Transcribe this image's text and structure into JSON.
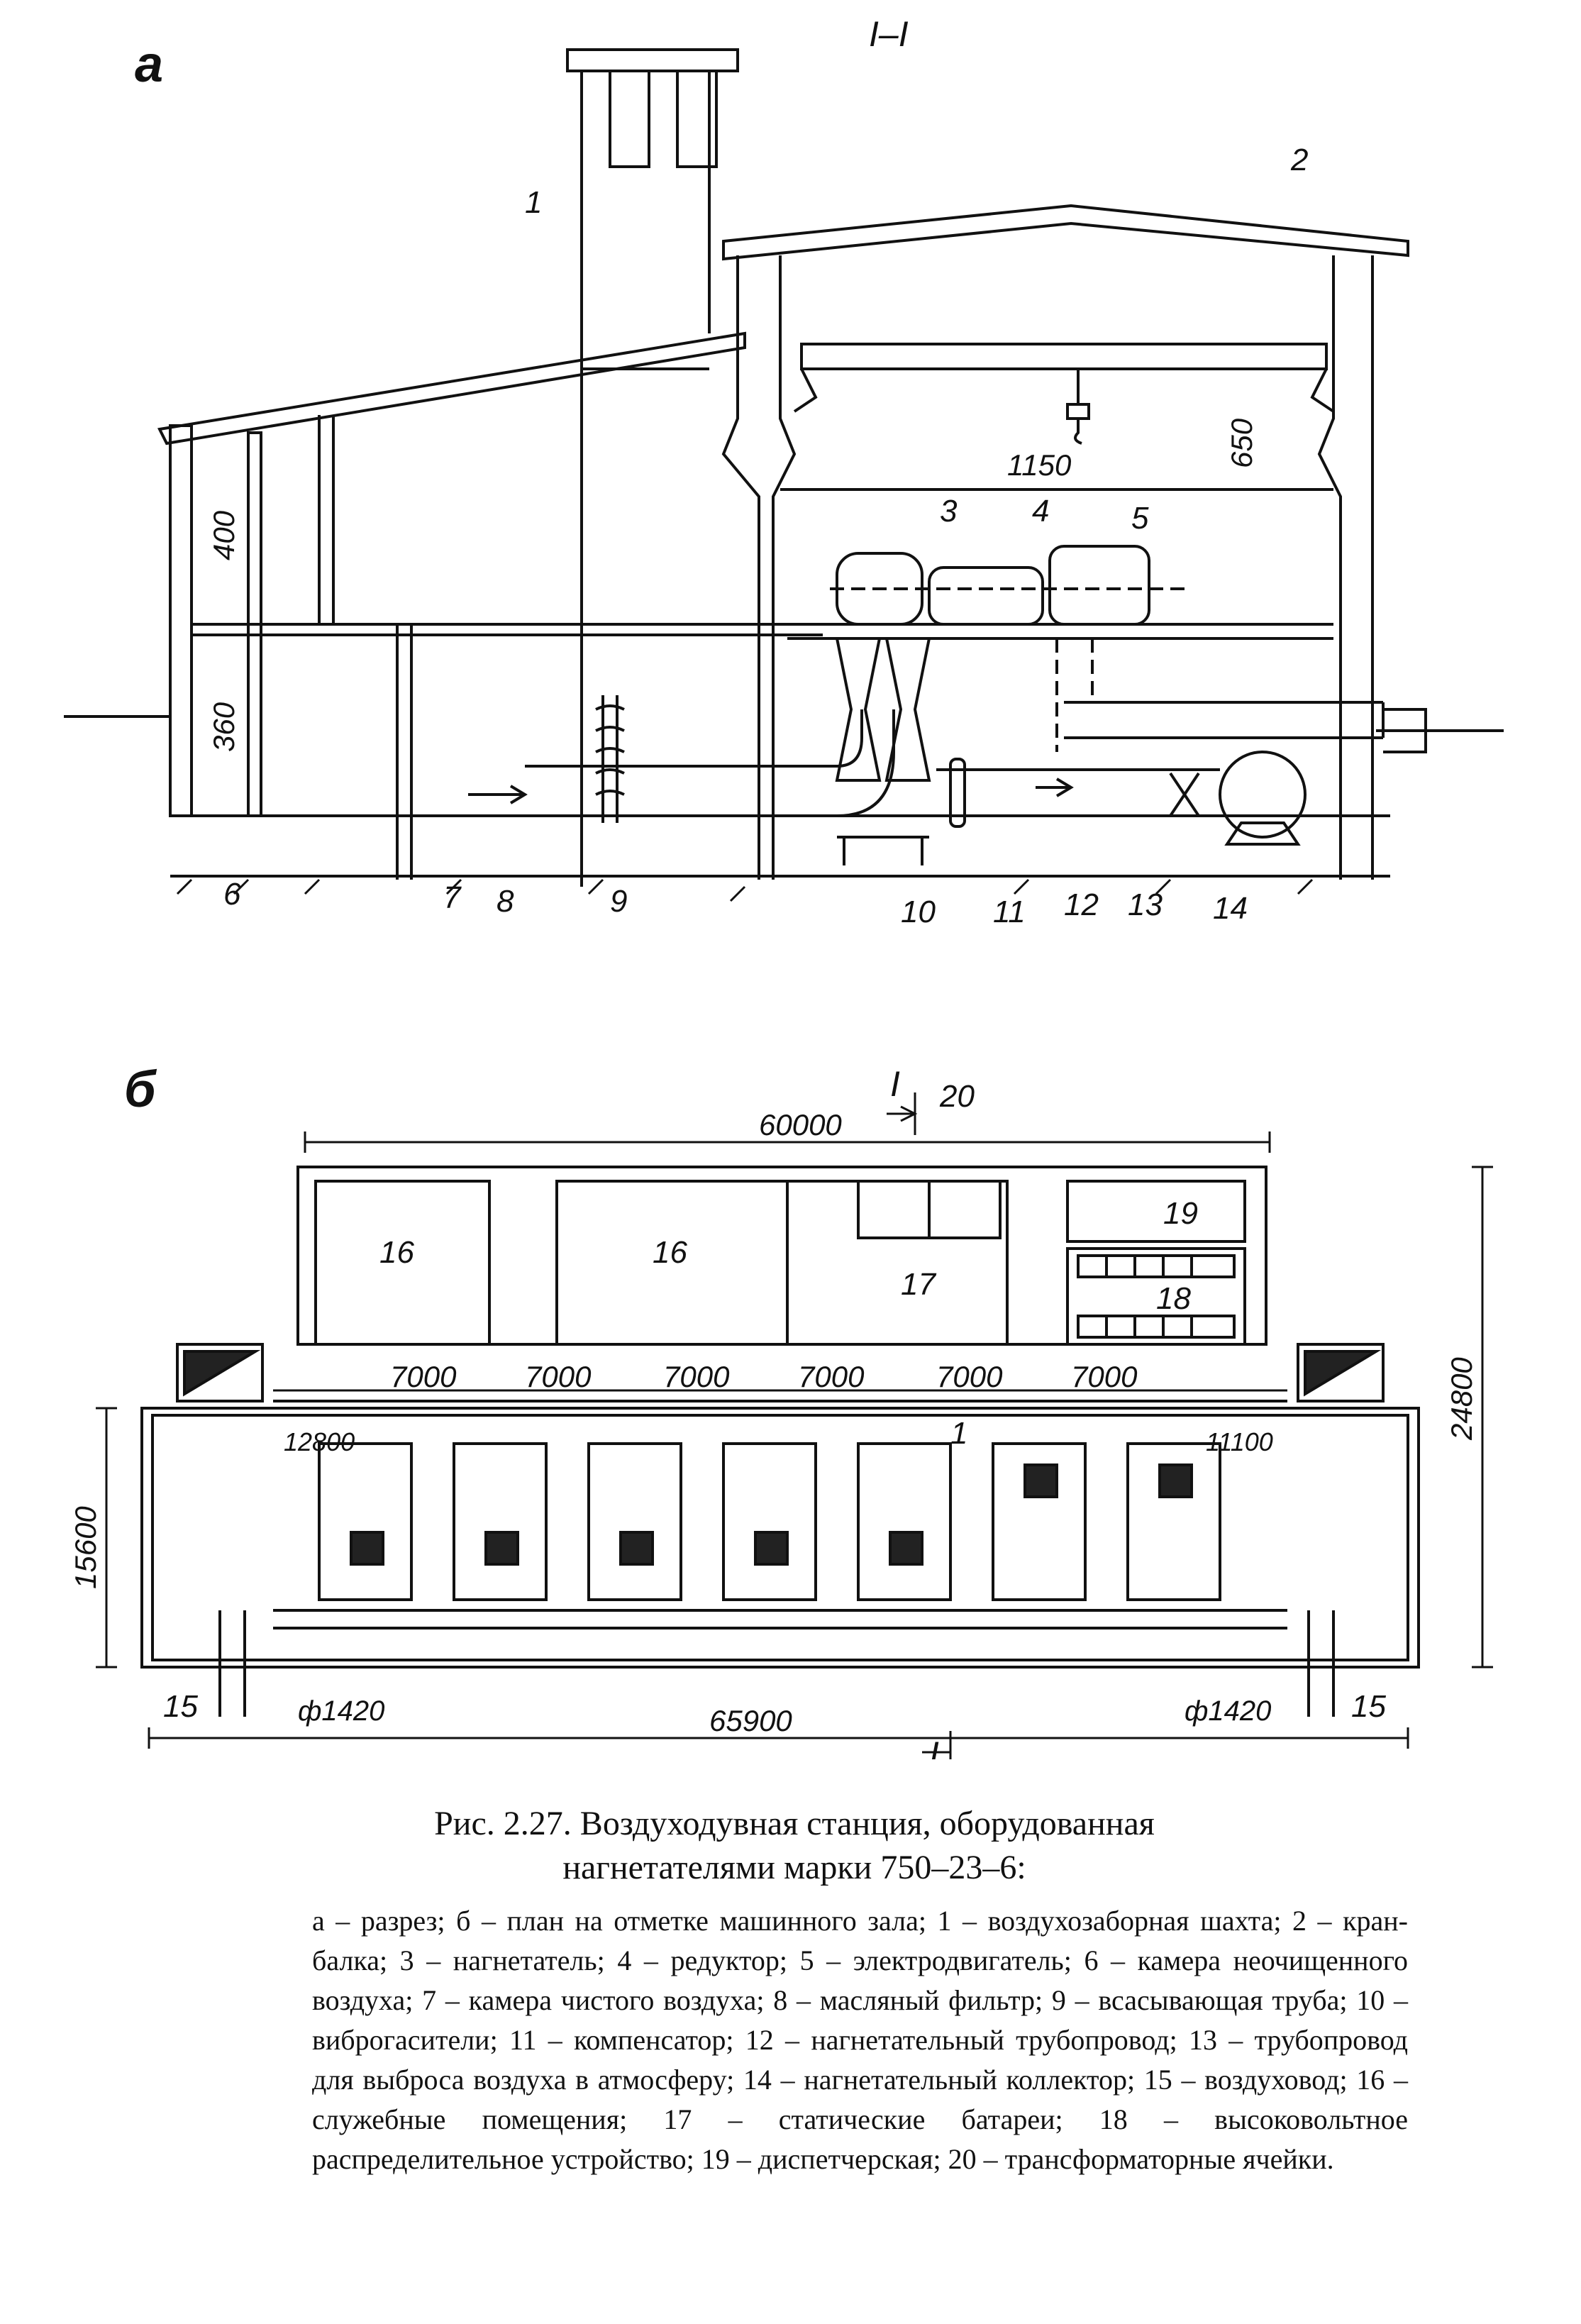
{
  "figure": {
    "section_label_a": "а",
    "section_label_b": "б",
    "section_mark": "I–I",
    "cut_mark": "I",
    "callouts": [
      "1",
      "2",
      "3",
      "4",
      "5",
      "6",
      "7",
      "8",
      "9",
      "10",
      "11",
      "12",
      "13",
      "14",
      "15",
      "16",
      "17",
      "18",
      "19",
      "20"
    ],
    "dimensions": {
      "d400": "400",
      "d360": "360",
      "d1150": "1150",
      "d650": "650",
      "d60000": "60000",
      "d24800": "24800",
      "d15600": "15600",
      "d65900": "65900",
      "d7000": "7000",
      "d12800": "12800",
      "d11100": "11100",
      "phi1420": "ф1420"
    }
  },
  "caption": {
    "title_line1": "Рис. 2.27. Воздуходувная станция, оборудованная",
    "title_line2": "нагнетателями марки 750–23–6:",
    "legend": "а – разрез; б – план на отметке машинного зала; 1 – воздухозаборная шахта; 2 – кран-балка; 3 – нагнетатель; 4 – редуктор; 5 – электродвигатель; 6 – камера неочищенного воздуха; 7 – камера чистого воздуха; 8 – масляный фильтр; 9 – всасывающая труба; 10 – виброгасители; 11 – компенсатор; 12 – нагнетательный трубопровод; 13 – трубопровод для выброса воздуха в атмосферу; 14 – нагнетательный коллектор; 15 – воздуховод; 16 – служебные помещения; 17 – статические батареи; 18 – высоковольтное распределительное устройство; 19 – диспетчерская; 20 – трансформаторные ячейки."
  }
}
